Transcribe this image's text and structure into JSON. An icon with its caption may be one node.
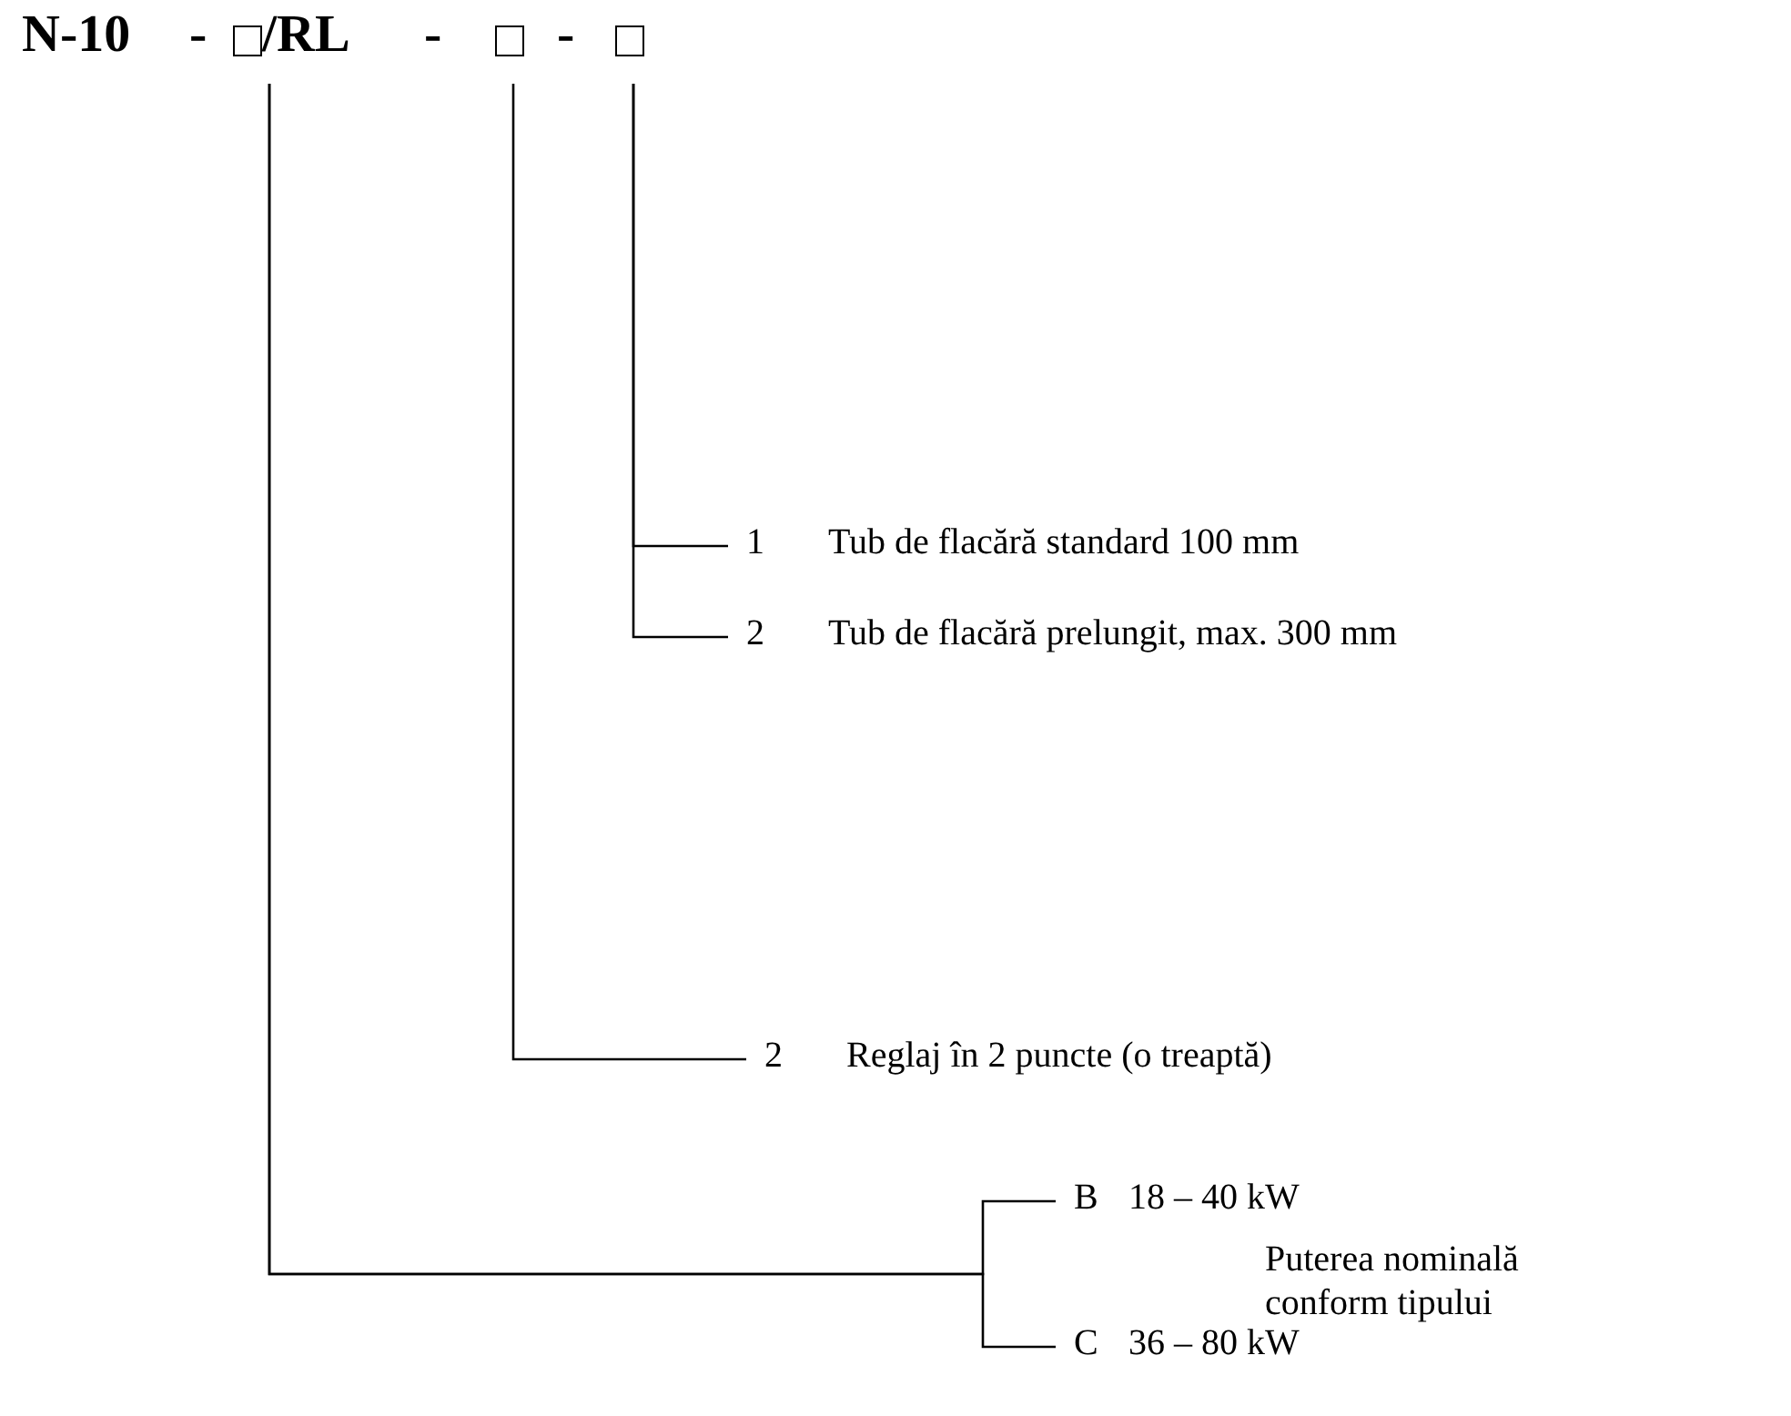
{
  "diagram": {
    "nodes": [
      {
        "text": [],
        "shape": "box"
      },
      {
        "text": [],
        "shape": "box"
      },
      {
        "text": [],
        "shape": "box"
      },
      {
        "text": [
          "1",
          "Tub de flacără standard 100 mm"
        ]
      },
      {
        "text": [
          "2",
          "Tub de flacără prelungit, max. 300 mm"
        ]
      },
      {
        "text": [
          "2",
          "Reglaj în 2 puncte (o treaptă)"
        ]
      },
      {
        "text": [
          "B",
          "18 – 40 kW"
        ]
      },
      {
        "text": [
          "C",
          "36 – 80 kW"
        ]
      }
    ],
    "edges": [
      {
        "from": 2,
        "to": 3,
        "arrow": "none"
      },
      {
        "from": 2,
        "to": 4,
        "arrow": "none"
      },
      {
        "from": 1,
        "to": 5,
        "arrow": "none"
      },
      {
        "from": 0,
        "to": 6,
        "arrow": "none"
      },
      {
        "from": 0,
        "to": 7,
        "arrow": "none"
      }
    ],
    "labels": [
      "N-10",
      "-",
      "/RL",
      "-",
      "-",
      "Puterea nominală conform tipului"
    ]
  }
}
